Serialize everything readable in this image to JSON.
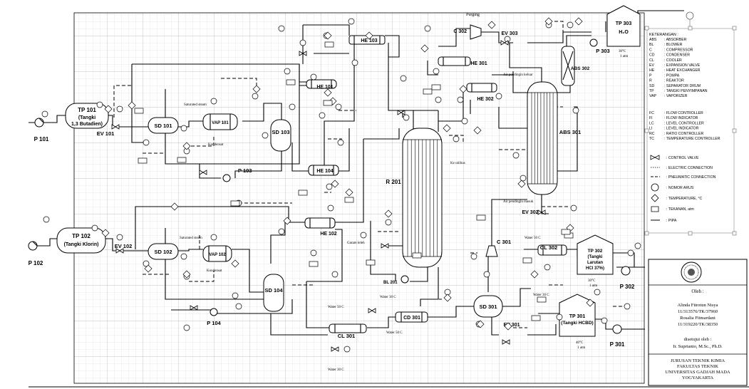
{
  "equipment": {
    "tp101_a": "TP 101",
    "tp101_b": "(Tangki",
    "tp101_c": "1,3 Butadien)",
    "tp102_a": "TP 102",
    "tp102_b": "(Tangki Klorin)",
    "tp301_a": "TP 301",
    "tp301_b": "(Tangki HCBD)",
    "tp302_a": "TP 302",
    "tp302_b": "(Tangki",
    "tp302_c": "Larutan",
    "tp302_d": "HCl 37%)",
    "tp303_a": "TP 303",
    "tp303_b": "H₂O",
    "sd101": "SD 101",
    "sd102": "SD 102",
    "sd103": "SD 103",
    "sd104": "SD 104",
    "sd301": "SD 301",
    "vap101": "VAP 101",
    "vap102": "VAP 102",
    "he101": "HE 101",
    "he102": "HE 102",
    "he103": "HE 103",
    "he104": "HE 104",
    "he301": "HE 301",
    "he302": "HE 302",
    "r201": "R 201",
    "abs301": "ABS 301",
    "abs302": "ABS 302",
    "cl301": "CL 301",
    "cl302": "CL 302",
    "cd301": "CD 301",
    "c301": "C 301",
    "c302": "C 302",
    "bl201": "BL 201",
    "p101": "P 101",
    "p102": "P 102",
    "p103": "P 103",
    "p104": "P 104",
    "p301": "P 301",
    "p302": "P 302",
    "p303": "P 303",
    "ev101": "EV 101",
    "ev102": "EV 102",
    "ev301": "EV 301",
    "ev302": "EV 302",
    "ev303": "EV 303"
  },
  "notes": {
    "purging": "Purging",
    "saturated_steam": "Saturated steam",
    "kondensat": "Kondensat",
    "kondensat2": "Kondensat",
    "ke_utilitas": "Ke utilitas",
    "garam_leleh": "Garam leleh",
    "air_pendingin_keluar": "Air pendingin keluar",
    "air_pendingin_masuk": "Air pendingin masuk",
    "water_50": "Water 50 C",
    "water_30": "Water 30 C",
    "water_50_out": "Water 50 C",
    "tp303_cond": "30°C",
    "tp303_cond2": "1 atm",
    "tp302_cond": "30°C",
    "tp302_cond2": "1 atm",
    "tp301_cond": "40°C",
    "tp301_cond2": "1 atm"
  },
  "legend": {
    "heading": "KETERANGAN :",
    "abbr": [
      {
        "code": "ABS",
        "desc": ": ABSORBER"
      },
      {
        "code": "BL",
        "desc": ": BLOWER"
      },
      {
        "code": "C",
        "desc": ": COMPRESSOR"
      },
      {
        "code": "CD",
        "desc": ": CONDENSER"
      },
      {
        "code": "CL",
        "desc": ": COOLER"
      },
      {
        "code": "EV",
        "desc": ": EXPANSION VALVE"
      },
      {
        "code": "HE",
        "desc": ": HEAT EXCHANGER"
      },
      {
        "code": "P",
        "desc": ": POMPA"
      },
      {
        "code": "R",
        "desc": ": REAKTOR"
      },
      {
        "code": "SD",
        "desc": ": SEPARATOR DRUM"
      },
      {
        "code": "TP",
        "desc": ": TANGKI PENYIMPANAN"
      },
      {
        "code": "VAP",
        "desc": ": VAPORIZER"
      }
    ],
    "controls": [
      {
        "code": "FC",
        "desc": ": FLOW CONTROLLER"
      },
      {
        "code": "FI",
        "desc": ": FLOW INDICATOR"
      },
      {
        "code": "LC",
        "desc": ": LEVEL CONTROLLER"
      },
      {
        "code": "LI",
        "desc": ": LEVEL INDICATOR"
      },
      {
        "code": "RC",
        "desc": ": RATIO CONTROLLER"
      },
      {
        "code": "TC",
        "desc": ": TEMPERATURE CONTROLLER"
      }
    ],
    "symbols": [
      {
        "desc": ": CONTROL VALVE"
      },
      {
        "desc": ": ELECTRIC CONNECTION"
      },
      {
        "desc": ": PNEUMATIC CONNECTION"
      },
      {
        "desc": ": NOMOR ARUS"
      },
      {
        "desc": ": TEMPERATURE, °C"
      },
      {
        "desc": ": TEKANAN, atm"
      },
      {
        "desc": ": PIPA"
      }
    ]
  },
  "title_block": {
    "oleh": "Oleh :",
    "author1": "Alinda Fitrotun Nisya",
    "author1_id": "11/313576/TK/37960",
    "author2": "Rosalia Fitmardani",
    "author2_id": "11/319220/TK/38350",
    "approved": "disetujui oleh :",
    "approver": "Ir. Suprianto, M.Sc., Ph.D.",
    "dept": "JURUSAN TEKNIK KIMIA",
    "faculty": "FAKULTAS TEKNIK",
    "univ": "UNIVERSITAS GADJAH MADA",
    "city": "YOGYAKARTA"
  },
  "colors": {
    "line": "#000000",
    "grid": "#c8c8c8",
    "paper": "#ffffff"
  }
}
